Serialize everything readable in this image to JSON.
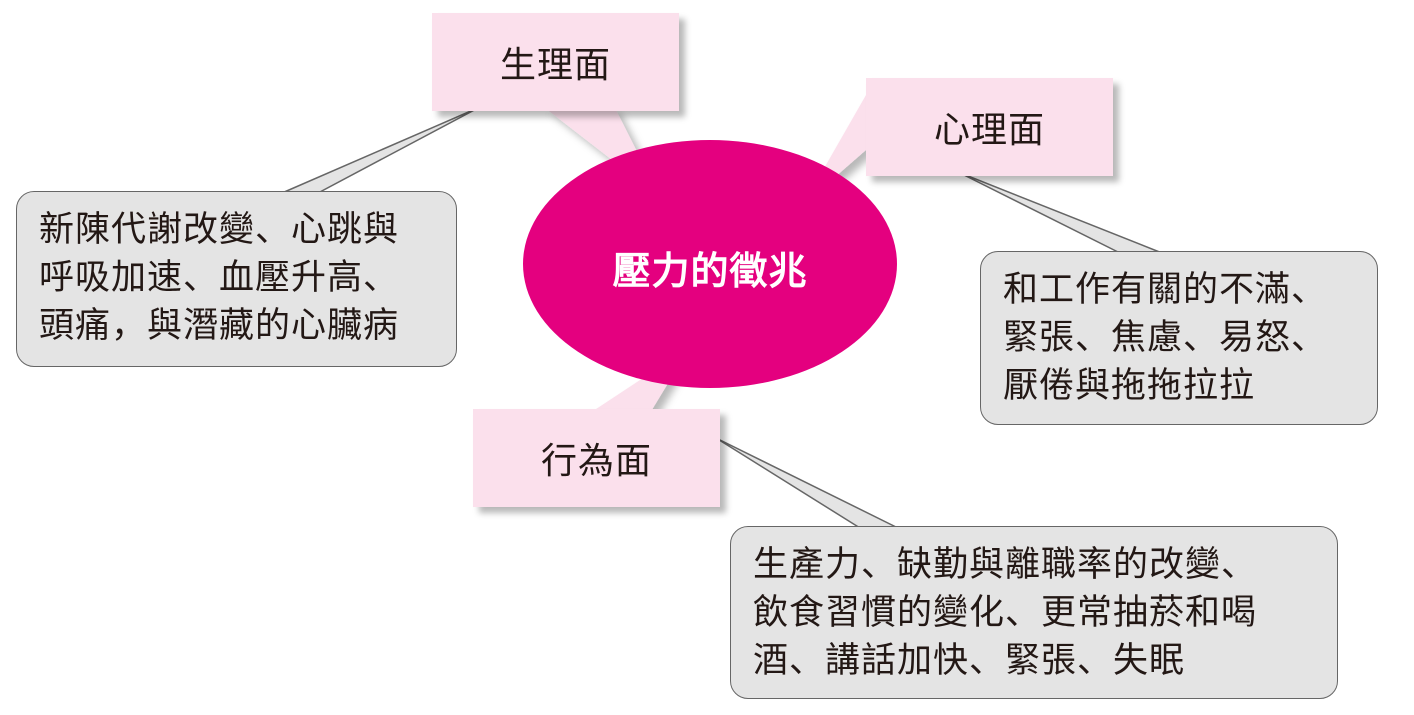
{
  "center": {
    "label": "壓力的徵兆"
  },
  "physiological": {
    "label": "生理面",
    "detail": "新陳代謝改變、心跳與\n呼吸加速、血壓升高、\n頭痛，與潛藏的心臟病"
  },
  "psychological": {
    "label": "心理面",
    "detail": "和工作有關的不滿、\n緊張、焦慮、易怒、\n厭倦與拖拖拉拉"
  },
  "behavioral": {
    "label": "行為面",
    "detail": "生產力、缺勤與離職率的改變、\n飲食習慣的變化、更常抽菸和喝\n酒、講話加快、緊張、失眠"
  },
  "colors": {
    "center_fill": "#e4007f",
    "label_fill": "#fbe0ec",
    "box_fill": "#e4e4e4",
    "box_border": "#666666"
  }
}
